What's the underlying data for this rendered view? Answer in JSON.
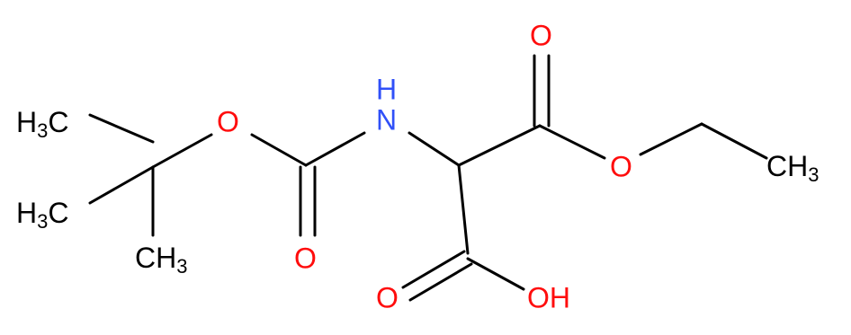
{
  "colors": {
    "oxygen": "#ff0d0d",
    "nitrogen": "#3050f8",
    "carbon": "#000000"
  },
  "atoms": {
    "methyl_top": {
      "element": "H",
      "sub": "3",
      "tail": "C"
    },
    "methyl_mid": {
      "element": "H",
      "sub": "3",
      "tail": "C"
    },
    "methyl_bottom": {
      "element": "CH",
      "sub": "3"
    },
    "o_ester_boc": {
      "element": "O"
    },
    "o_carbonyl_boc": {
      "element": "O"
    },
    "nh": {
      "element": "H",
      "prefix": "N"
    },
    "o_carbonyl_top": {
      "element": "O"
    },
    "o_ester_ethyl": {
      "element": "O"
    },
    "ethyl_ch3": {
      "element": "CH",
      "sub": "3"
    },
    "o_acid_carbonyl": {
      "element": "O"
    },
    "oh": {
      "element": "OH"
    }
  }
}
